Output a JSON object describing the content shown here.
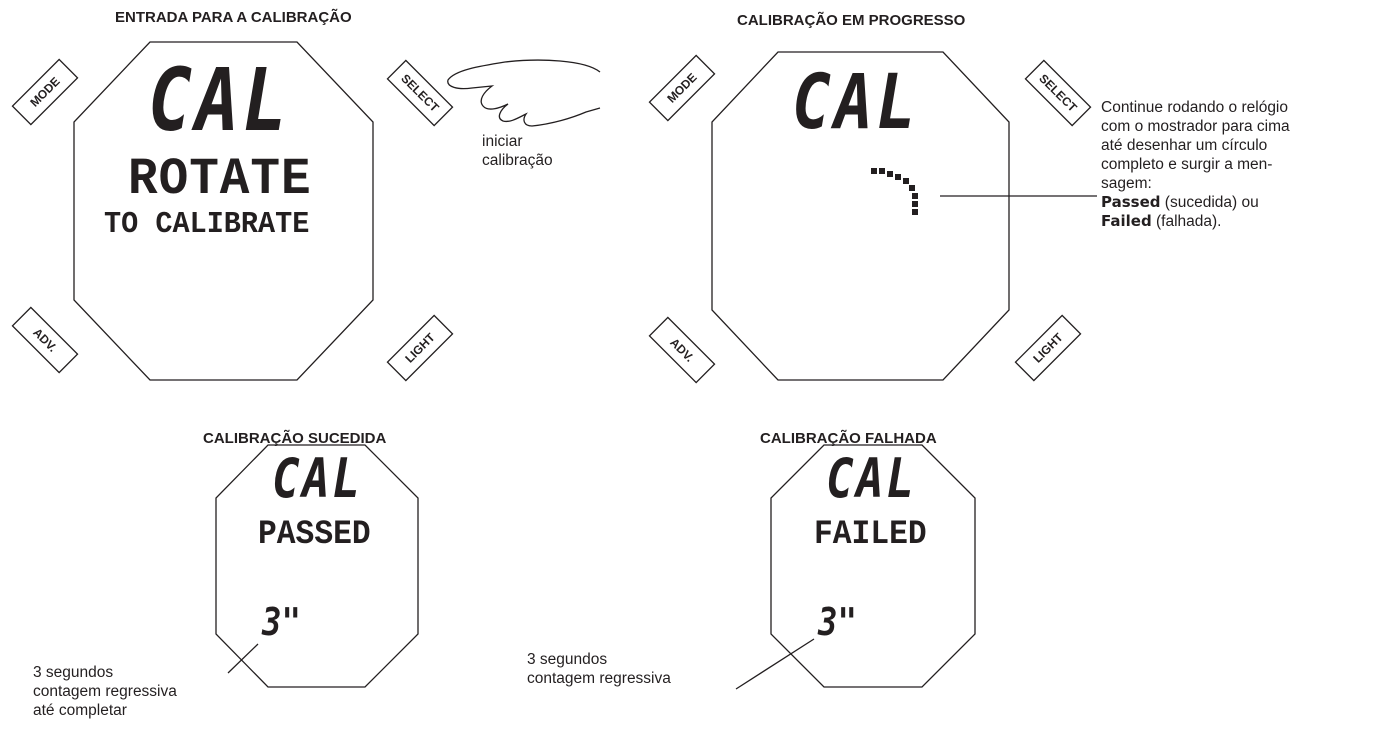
{
  "panels": {
    "entry": {
      "title": "ENTRADA PARA A CALIBRAÇÃO",
      "display": {
        "line1": "CAL",
        "line2": "ROTATE",
        "line3": "TO CALIBRATE"
      },
      "buttons": {
        "mode": "MODE",
        "select": "SELECT",
        "adv": "ADV.",
        "light": "LIGHT"
      },
      "callout": [
        "iniciar",
        "calibração"
      ]
    },
    "progress": {
      "title": "CALIBRAÇÃO EM PROGRESSO",
      "display": {
        "line1": "CAL"
      },
      "buttons": {
        "mode": "MODE",
        "select": "SELECT",
        "adv": "ADV.",
        "light": "LIGHT"
      },
      "callout": {
        "lines": [
          "Continue rodando o relógio",
          "com o mostrador para cima",
          "até desenhar um círculo",
          "completo e surgir a men-",
          "sagem:"
        ],
        "passed_bold": "Passed",
        "passed_rest": " (sucedida) ou",
        "failed_bold": "Failed",
        "failed_rest": " (falhada)."
      }
    },
    "passed": {
      "title": "CALIBRAÇÃO SUCEDIDA",
      "display": {
        "line1": "CAL",
        "line2": "PASSED",
        "countdown": "3\""
      },
      "callout": [
        "3 segundos",
        "contagem regressiva",
        "até completar"
      ]
    },
    "failed": {
      "title": "CALIBRAÇÃO FALHADA",
      "display": {
        "line1": "CAL",
        "line2": "FAILED",
        "countdown": "3\""
      },
      "callout": [
        "3 segundos",
        "contagem regressiva"
      ]
    }
  }
}
